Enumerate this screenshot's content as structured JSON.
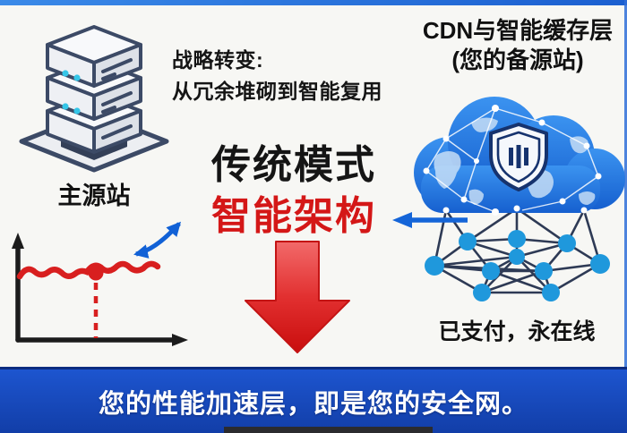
{
  "palette": {
    "background": "#f7f7f4",
    "top_strip_blue": "#2b7ce0",
    "accent_red": "#d41717",
    "text_black": "#151515",
    "cloud_blue": "#1d76dd",
    "node_blue": "#1f98dc",
    "mesh_line_navy": "#2e3a55",
    "arrow_blue": "#1161d6",
    "banner_blue": "#1a49c0",
    "banner_text": "#ffffff"
  },
  "origin_server": {
    "label": "主源站",
    "icon": "server-stack-icon"
  },
  "strategy_note": {
    "line1": "战略转变:",
    "line2": "从冗余堆砌到智能复用"
  },
  "comparison": {
    "traditional": "传统模式",
    "intelligent": "智能架构"
  },
  "cdn_layer": {
    "title": "CDN与智能缓存层",
    "subtitle": "(您的备源站)",
    "caption": "已支付，永在线",
    "icons": [
      "cloud-icon",
      "world-map-icon",
      "shield-icon",
      "mesh-network-icon"
    ]
  },
  "stability_chart": {
    "icon": "stability-chart-icon"
  },
  "arrows": {
    "down": "red-down-arrow-icon",
    "curved_double": "curved-double-arrow-icon",
    "left": "left-arrow-icon"
  },
  "bottom_banner": {
    "message": "您的性能加速层，即是您的安全网。"
  }
}
